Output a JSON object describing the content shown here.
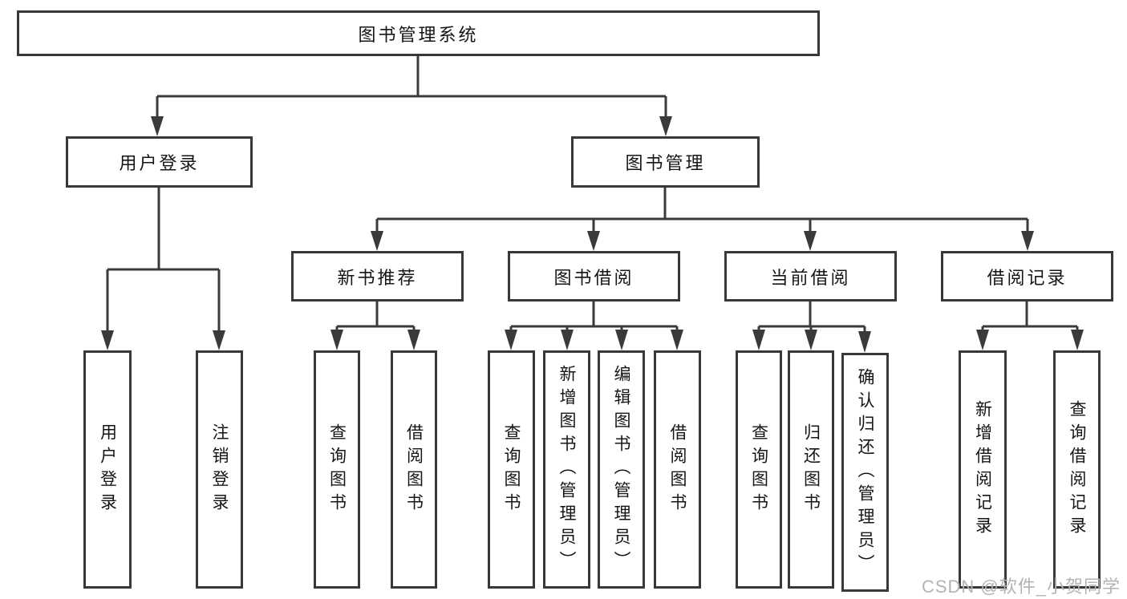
{
  "diagram_title": "图书管理系统",
  "nodes": {
    "root": "图书管理系统",
    "user_login": "用户登录",
    "book_mgmt": "图书管理",
    "new_book_rec": "新书推荐",
    "book_borrow": "图书借阅",
    "current_borrow": "当前借阅",
    "borrow_record": "借阅记录",
    "ul_login": "用户登录",
    "ul_logout": "注销登录",
    "nbr_query": "查询图书",
    "nbr_borrow": "借阅图书",
    "bb_query": "查询图书",
    "bb_add": "新增图书（管理员）",
    "bb_edit": "编辑图书（管理员）",
    "bb_borrow": "借阅图书",
    "cb_query": "查询图书",
    "cb_return": "归还图书",
    "cb_confirm": "确认归还（管理员）",
    "br_add": "新增借阅记录",
    "br_query": "查询借阅记录"
  },
  "colors": {
    "line": "#3a3a3a",
    "box_border": "#383838",
    "text": "#151515",
    "watermark": "#b3b3b3",
    "background": "#ffffff"
  },
  "watermark": "CSDN @软件_小贺同学"
}
